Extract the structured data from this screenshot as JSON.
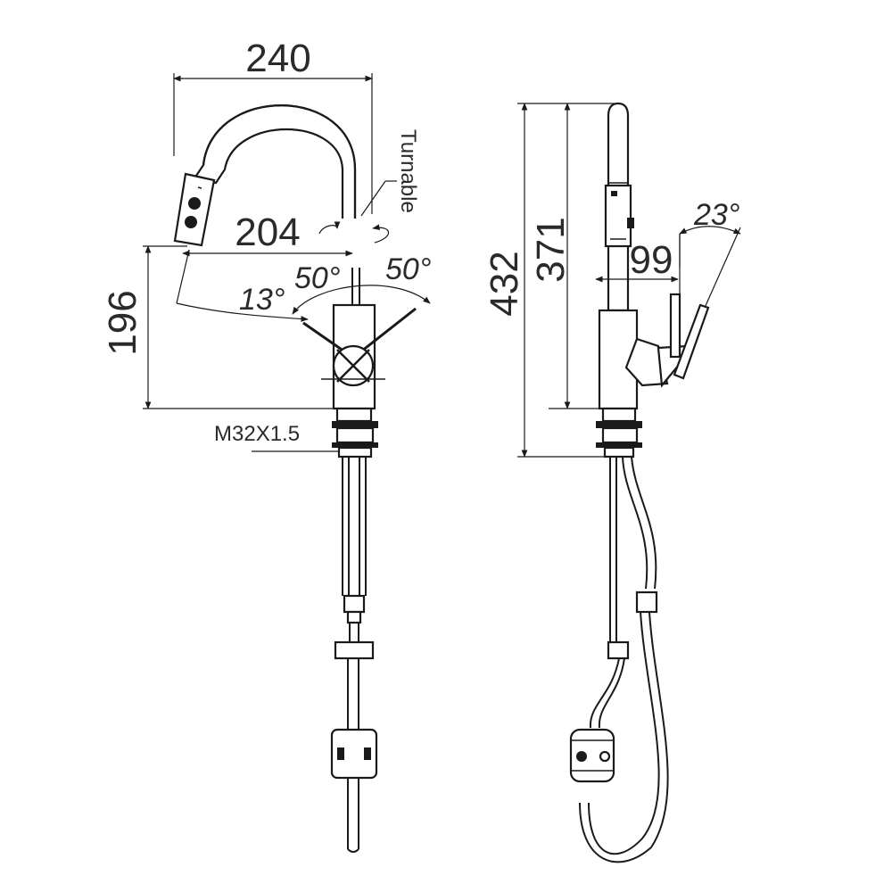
{
  "front_view": {
    "width_dim": "240",
    "spout_reach_dim": "204",
    "height_dim": "196",
    "thread_label": "M32X1.5",
    "rotation_label": "Turnable",
    "handle_angle_left": "50°",
    "handle_angle_right": "50°",
    "spray_angle": "13°"
  },
  "side_view": {
    "total_height_dim": "432",
    "spout_height_dim": "371",
    "handle_reach_dim": "99",
    "handle_tilt_angle": "23°"
  },
  "colors": {
    "line": "#1a1a1a",
    "text": "#2a2a2a",
    "background": "#ffffff"
  }
}
